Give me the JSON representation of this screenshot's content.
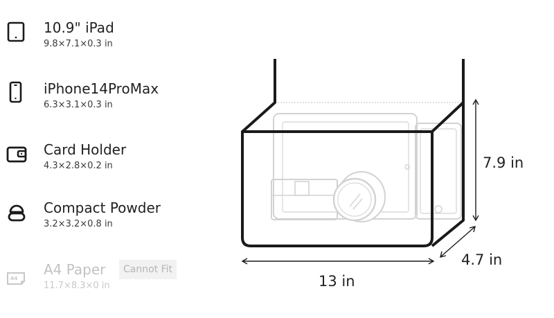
{
  "items": [
    {
      "name": "10.9\" iPad",
      "dims": "9.8×7.1×0.3 in",
      "icon": "tablet-icon",
      "fits": true
    },
    {
      "name": "iPhone14ProMax",
      "dims": "6.3×3.1×0.3 in",
      "icon": "phone-icon",
      "fits": true
    },
    {
      "name": "Card Holder",
      "dims": "4.3×2.8×0.2 in",
      "icon": "wallet-icon",
      "fits": true
    },
    {
      "name": "Compact Powder",
      "dims": "3.2×3.2×0.8 in",
      "icon": "compact-powder-icon",
      "fits": true
    },
    {
      "name": "A4 Paper",
      "dims": "11.7×8.3×0 in",
      "icon": "a4-paper-icon",
      "fits": false,
      "badge": "Cannot Fit",
      "icon_text": "A4"
    }
  ],
  "bag": {
    "height_label": "7.9 in",
    "depth_label": "4.7 in",
    "width_label": "13 in"
  },
  "colors": {
    "text": "#1f1f1f",
    "outline": "#1a1a1a",
    "faded_item": "#cfcfcf",
    "disabled": "#c2c2c2",
    "badge_bg": "#f2f2f2"
  }
}
